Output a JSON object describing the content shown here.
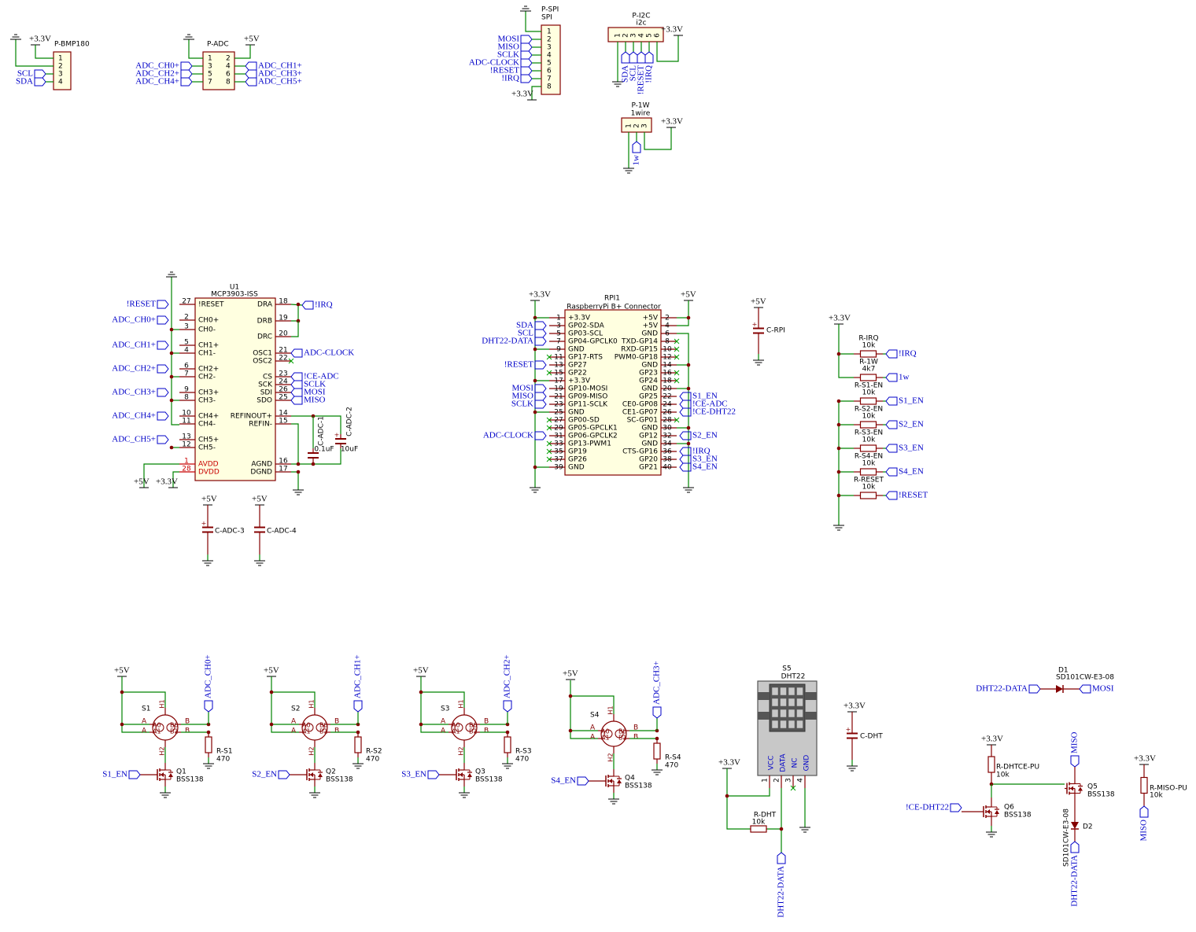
{
  "colors": {
    "wire": "#008400",
    "body": "#840000",
    "label": "#0000c8",
    "ref": "#000000",
    "pin": "#840000",
    "power_pin": "#c80000",
    "nc": "#00a000"
  },
  "rails": {
    "v33": "+3.3V",
    "v5": "+5V"
  },
  "p_bmp180": {
    "ref": "P-BMP180",
    "pins": [
      "1",
      "2",
      "3",
      "4"
    ],
    "labels": [
      "SCL",
      "SDA"
    ]
  },
  "p_adc": {
    "ref": "P-ADC",
    "pins": [
      "1",
      "2",
      "3",
      "4",
      "5",
      "6",
      "7",
      "8"
    ],
    "left_labels": [
      "ADC_CH0+",
      "ADC_CH2+",
      "ADC_CH4+"
    ],
    "right_labels": [
      "ADC_CH1+",
      "ADC_CH3+",
      "ADC_CH5+"
    ]
  },
  "p_spi": {
    "ref": "P-SPI",
    "value": "SPI",
    "pins": [
      "1",
      "2",
      "3",
      "4",
      "5",
      "6",
      "7",
      "8"
    ],
    "labels": [
      "MOSI",
      "MISO",
      "SCLK",
      "ADC-CLOCK",
      "!RESET",
      "!IRQ"
    ]
  },
  "p_i2c": {
    "ref": "P-I2C",
    "value": "i2c",
    "pins": [
      "1",
      "2",
      "3",
      "4",
      "5",
      "6"
    ],
    "labels": [
      "SDA",
      "SCL",
      "!RESET",
      "!IRQ"
    ]
  },
  "p_1w": {
    "ref": "P-1W",
    "value": "1wire",
    "pins": [
      "1",
      "2",
      "3"
    ],
    "label": "1w"
  },
  "u1": {
    "ref": "U1",
    "value": "MCP3903-ISS",
    "left": [
      {
        "num": "27",
        "name": "!RESET",
        "net": "!RESET"
      },
      {
        "num": "2",
        "name": "CH0+",
        "net": "ADC_CH0+"
      },
      {
        "num": "3",
        "name": "CH0-",
        "net": ""
      },
      {
        "num": "5",
        "name": "CH1+",
        "net": "ADC_CH1+"
      },
      {
        "num": "4",
        "name": "CH1-",
        "net": ""
      },
      {
        "num": "6",
        "name": "CH2+",
        "net": "ADC_CH2+"
      },
      {
        "num": "7",
        "name": "CH2-",
        "net": ""
      },
      {
        "num": "9",
        "name": "CH3+",
        "net": "ADC_CH3+"
      },
      {
        "num": "8",
        "name": "CH3-",
        "net": ""
      },
      {
        "num": "10",
        "name": "CH4+",
        "net": "ADC_CH4+"
      },
      {
        "num": "11",
        "name": "CH4-",
        "net": ""
      },
      {
        "num": "13",
        "name": "CH5+",
        "net": "ADC_CH5+"
      },
      {
        "num": "12",
        "name": "CH5-",
        "net": ""
      },
      {
        "num": "1",
        "name": "AVDD",
        "net": ""
      },
      {
        "num": "28",
        "name": "DVDD",
        "net": ""
      }
    ],
    "right": [
      {
        "num": "18",
        "name": "DRA",
        "net": "!IRQ"
      },
      {
        "num": "19",
        "name": "DRB",
        "net": ""
      },
      {
        "num": "20",
        "name": "DRC",
        "net": ""
      },
      {
        "num": "21",
        "name": "OSC1",
        "net": "ADC-CLOCK"
      },
      {
        "num": "22",
        "name": "OSC2",
        "net": ""
      },
      {
        "num": "23",
        "name": "CS",
        "net": "!CE-ADC"
      },
      {
        "num": "24",
        "name": "SCK",
        "net": "SCLK"
      },
      {
        "num": "26",
        "name": "SDI",
        "net": "MOSI"
      },
      {
        "num": "25",
        "name": "SDO",
        "net": "MISO"
      },
      {
        "num": "14",
        "name": "REFINOUT+",
        "net": ""
      },
      {
        "num": "15",
        "name": "REFIN-",
        "net": ""
      },
      {
        "num": "16",
        "name": "AGND",
        "net": ""
      },
      {
        "num": "17",
        "name": "DGND",
        "net": ""
      }
    ],
    "caps": [
      {
        "ref": "C-ADC-1",
        "value": "0.1uF"
      },
      {
        "ref": "C-ADC-2",
        "value": "10uF"
      },
      {
        "ref": "C-ADC-3"
      },
      {
        "ref": "C-ADC-4"
      }
    ]
  },
  "rpi": {
    "ref": "RPI1",
    "value": "RaspberryPi B+ Connector",
    "left": [
      {
        "num": "1",
        "name": "+3.3V",
        "net": ""
      },
      {
        "num": "3",
        "name": "GP02-SDA",
        "net": "SDA"
      },
      {
        "num": "5",
        "name": "GP03-SCL",
        "net": "SCL"
      },
      {
        "num": "7",
        "name": "GP04-GPCLK0",
        "net": "DHT22-DATA"
      },
      {
        "num": "9",
        "name": "GND",
        "net": ""
      },
      {
        "num": "11",
        "name": "GP17-RTS",
        "net": ""
      },
      {
        "num": "13",
        "name": "GP27",
        "net": "!RESET"
      },
      {
        "num": "15",
        "name": "GP22",
        "net": ""
      },
      {
        "num": "17",
        "name": "+3.3V",
        "net": ""
      },
      {
        "num": "19",
        "name": "GP10-MOSI",
        "net": "MOSI"
      },
      {
        "num": "21",
        "name": "GP09-MISO",
        "net": "MISO"
      },
      {
        "num": "23",
        "name": "GP11-SCLK",
        "net": "SCLK"
      },
      {
        "num": "25",
        "name": "GND",
        "net": ""
      },
      {
        "num": "27",
        "name": "GP00-SD",
        "net": ""
      },
      {
        "num": "29",
        "name": "GP05-GPCLK1",
        "net": ""
      },
      {
        "num": "31",
        "name": "GP06-GPCLK2",
        "net": "ADC-CLOCK"
      },
      {
        "num": "33",
        "name": "GP13-PWM1",
        "net": ""
      },
      {
        "num": "35",
        "name": "GP19",
        "net": ""
      },
      {
        "num": "37",
        "name": "GP26",
        "net": ""
      },
      {
        "num": "39",
        "name": "GND",
        "net": ""
      }
    ],
    "right": [
      {
        "num": "2",
        "name": "+5V",
        "net": ""
      },
      {
        "num": "4",
        "name": "+5V",
        "net": ""
      },
      {
        "num": "6",
        "name": "GND",
        "net": ""
      },
      {
        "num": "8",
        "name": "TXD-GP14",
        "net": ""
      },
      {
        "num": "10",
        "name": "RXD-GP15",
        "net": ""
      },
      {
        "num": "12",
        "name": "PWM0-GP18",
        "net": ""
      },
      {
        "num": "14",
        "name": "GND",
        "net": ""
      },
      {
        "num": "16",
        "name": "GP23",
        "net": ""
      },
      {
        "num": "18",
        "name": "GP24",
        "net": ""
      },
      {
        "num": "20",
        "name": "GND",
        "net": ""
      },
      {
        "num": "22",
        "name": "GP25",
        "net": "S1_EN"
      },
      {
        "num": "24",
        "name": "CE0-GP08",
        "net": "!CE-ADC"
      },
      {
        "num": "26",
        "name": "CE1-GP07",
        "net": "!CE-DHT22"
      },
      {
        "num": "28",
        "name": "SC-GP01",
        "net": ""
      },
      {
        "num": "30",
        "name": "GND",
        "net": ""
      },
      {
        "num": "32",
        "name": "GP12",
        "net": "S2_EN"
      },
      {
        "num": "34",
        "name": "GND",
        "net": ""
      },
      {
        "num": "36",
        "name": "CTS-GP16",
        "net": "!IRQ"
      },
      {
        "num": "38",
        "name": "GP20",
        "net": "S3_EN"
      },
      {
        "num": "40",
        "name": "GP21",
        "net": "S4_EN"
      }
    ],
    "cap": "C-RPI"
  },
  "pullups": [
    {
      "ref": "R-IRQ",
      "value": "10k",
      "net": "!IRQ"
    },
    {
      "ref": "R-1W",
      "value": "4k7",
      "net": "1w"
    },
    {
      "ref": "R-S1-EN",
      "value": "10k",
      "net": "S1_EN"
    },
    {
      "ref": "R-S2-EN",
      "value": "10k",
      "net": "S2_EN"
    },
    {
      "ref": "R-S3-EN",
      "value": "10k",
      "net": "S3_EN"
    },
    {
      "ref": "R-S4-EN",
      "value": "10k",
      "net": "S4_EN"
    },
    {
      "ref": "R-RESET",
      "value": "10k",
      "net": "!RESET"
    }
  ],
  "sensors": [
    {
      "sw": "S1",
      "q": "Q1",
      "r": "R-S1",
      "rv": "470",
      "adc": "ADC_CH0+",
      "en": "S1_EN",
      "qv": "BSS138"
    },
    {
      "sw": "S2",
      "q": "Q2",
      "r": "R-S2",
      "rv": "470",
      "adc": "ADC_CH1+",
      "en": "S2_EN",
      "qv": "BSS138"
    },
    {
      "sw": "S3",
      "q": "Q3",
      "r": "R-S3",
      "rv": "470",
      "adc": "ADC_CH2+",
      "en": "S3_EN",
      "qv": "BSS138"
    },
    {
      "sw": "S4",
      "q": "Q4",
      "r": "R-S4",
      "rv": "470",
      "adc": "ADC_CH3+",
      "en": "S4_EN",
      "qv": "BSS138"
    }
  ],
  "opto_pins": {
    "h1": "H1",
    "h2": "H2",
    "a": "A",
    "b": "B",
    "a0": "A0",
    "a1": "A1",
    "b0": "B0",
    "b1": "B1"
  },
  "dht": {
    "ref": "S5",
    "value": "DHT22",
    "pins": [
      {
        "num": "1",
        "name": "VCC"
      },
      {
        "num": "2",
        "name": "DATA"
      },
      {
        "num": "3",
        "name": "NC"
      },
      {
        "num": "4",
        "name": "GND"
      }
    ],
    "res": "R-DHT",
    "res_value": "10k",
    "net": "DHT22-DATA",
    "cap": "C-DHT"
  },
  "level": {
    "d1": {
      "ref": "D1",
      "value": "SD101CW-E3-08",
      "left": "DHT22-DATA",
      "right": "MOSI"
    },
    "r_dhtce": {
      "ref": "R-DHTCE-PU",
      "value": "10k"
    },
    "q6": {
      "ref": "Q6",
      "value": "BSS138",
      "net": "!CE-DHT22"
    },
    "q5": {
      "ref": "Q5",
      "value": "BSS138",
      "top": "MISO",
      "bottom": "DHT22-DATA"
    },
    "d2": {
      "ref": "D2",
      "value": "SD101CW-E3-08"
    },
    "r_miso": {
      "ref": "R-MISO-PU",
      "value": "10k",
      "net": "MISO"
    }
  }
}
